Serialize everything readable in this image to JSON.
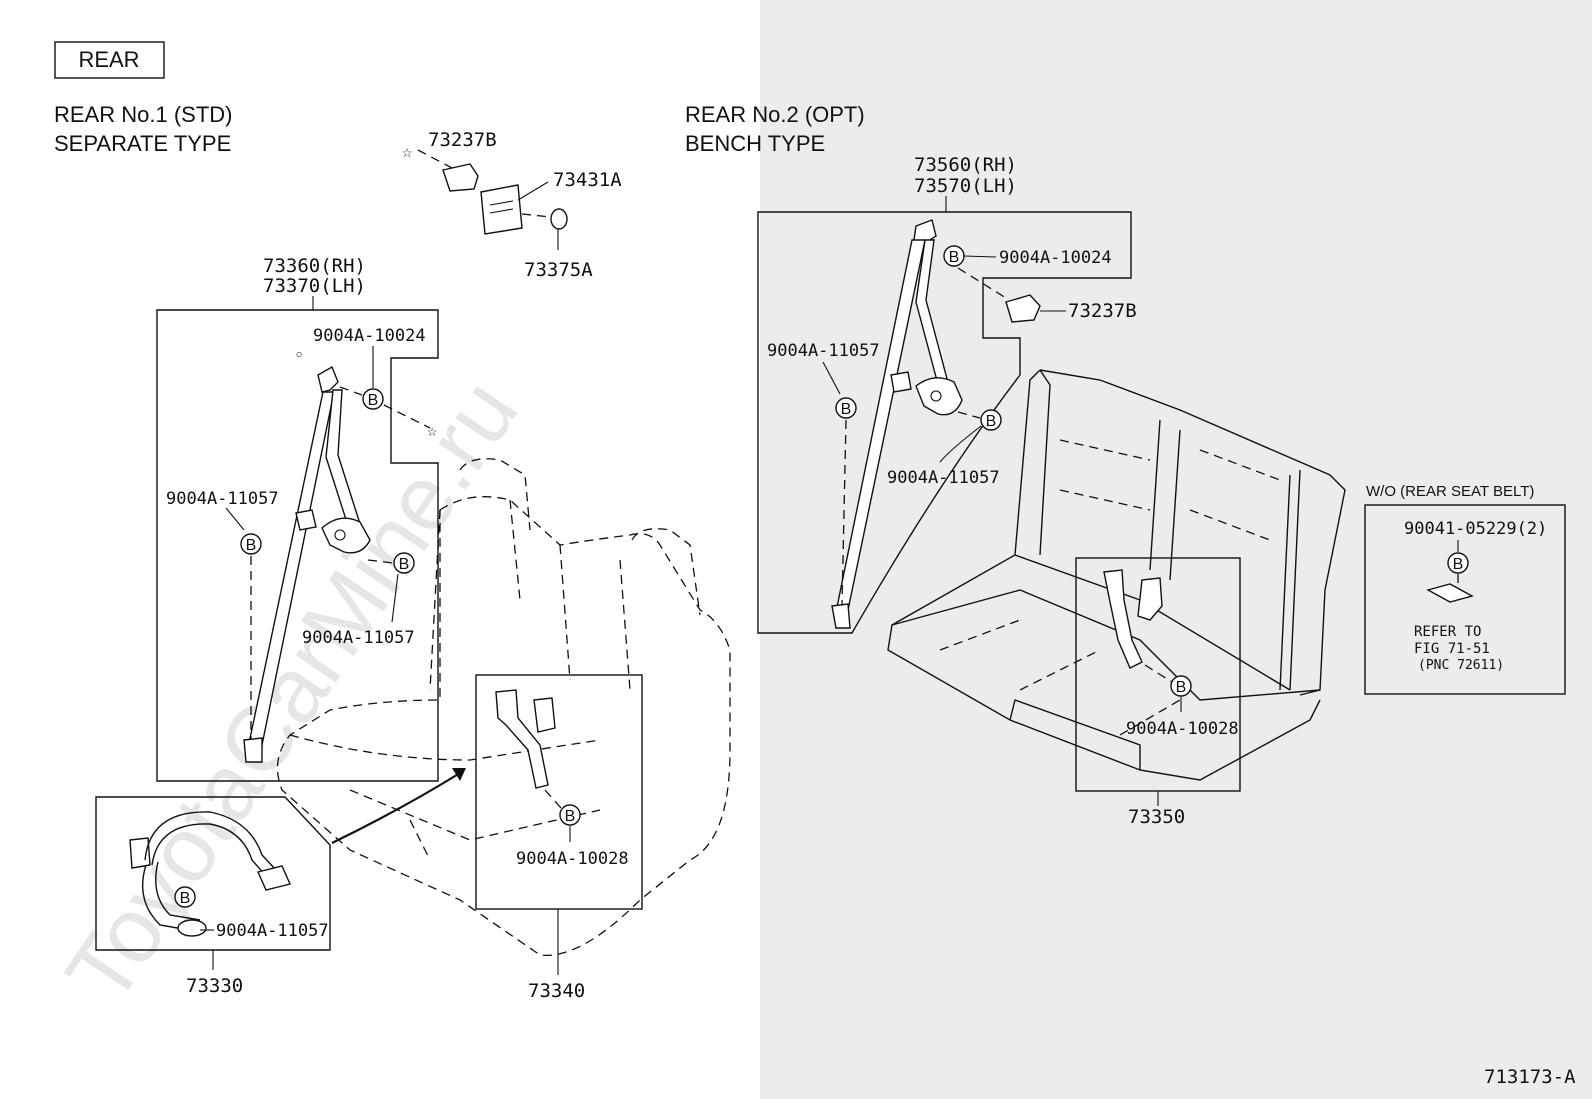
{
  "header": {
    "section_label": "REAR"
  },
  "left_group": {
    "line1": "REAR No.1 (STD)",
    "line2": "SEPARATE TYPE"
  },
  "right_group": {
    "line1": "REAR No.2 (OPT)",
    "line2": "BENCH TYPE"
  },
  "watermark": "ToyotaCarMine.ru",
  "figure_id": "713173-A",
  "bolt_symbol": "B",
  "parts": {
    "p73237b_top": "73237B",
    "p73431a": "73431A",
    "p73375a": "73375A",
    "p73360_rh": "73360(RH)",
    "p73370_lh": "73370(LH)",
    "l_bolt_top": "9004A-10024",
    "l_bolt_mid": "9004A-11057",
    "l_bolt_retr": "9004A-11057",
    "p73330_bolt": "9004A-11057",
    "p73330": "73330",
    "p73340_bolt": "9004A-10028",
    "p73340": "73340",
    "p73560_rh": "73560(RH)",
    "p73570_lh": "73570(LH)",
    "r_bolt_top": "9004A-10024",
    "p73237b_right": "73237B",
    "r_bolt_mid": "9004A-11057",
    "r_bolt_retr": "9004A-11057",
    "p73350_bolt": "9004A-10028",
    "p73350": "73350"
  },
  "wo_box": {
    "title": "W/O (REAR SEAT BELT)",
    "part": "90041-05229(2)",
    "refer1": "REFER TO",
    "refer2": "FIG 71-51",
    "refer3": "(PNC 72611)"
  }
}
